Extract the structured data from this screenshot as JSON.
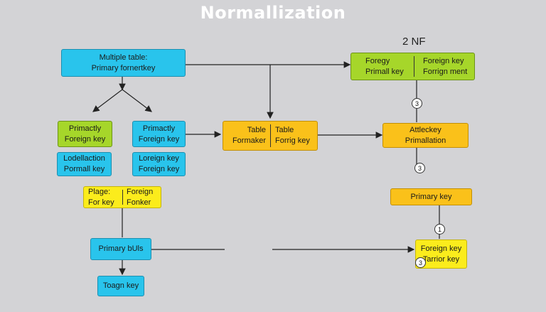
{
  "title": "Normallization",
  "nf_label": "2 NF",
  "nodes": {
    "multiple_table": {
      "line1": "Multiple table:",
      "line2": "Primary fornertkey"
    },
    "green_top": {
      "left1": "Foregy",
      "left2": "Primall key",
      "right1": "Foreign key",
      "right2": "Forrign ment"
    },
    "primactly_left": {
      "line1": "Primactly",
      "line2": "Foreign key"
    },
    "primactly_right": {
      "line1": "Primactly",
      "line2": "Foreign key"
    },
    "lodellaction": {
      "line1": "Lodellaction",
      "line2": "Pormall key"
    },
    "loreign": {
      "line1": "Loreign key",
      "line2": "Foreign key"
    },
    "table_box": {
      "left1": "Table",
      "left2": "Formaker",
      "right1": "Table",
      "right2": "Forrig key"
    },
    "attleckey": {
      "line1": "Attleckey",
      "line2": "Primallation"
    },
    "plage": {
      "left1": "Plage:",
      "left2": "For key",
      "right1": "Foreign",
      "right2": "Fonker"
    },
    "primary_key_right": {
      "line1": "Primary key"
    },
    "primary_buls": {
      "line1": "Primary bUls"
    },
    "toagn": {
      "line1": "Toagn key"
    },
    "foreign_tarrior": {
      "line1": "Foreign key",
      "line2": "Tarrior key"
    }
  },
  "badges": {
    "b1": "3",
    "b2": "3",
    "b3": "1",
    "b4": "3"
  },
  "colors": {
    "cyan": "#29c4ec",
    "lime": "#a6d62a",
    "amber": "#fac11a",
    "yellow": "#fbec1c",
    "background": "#d3d3d6"
  }
}
